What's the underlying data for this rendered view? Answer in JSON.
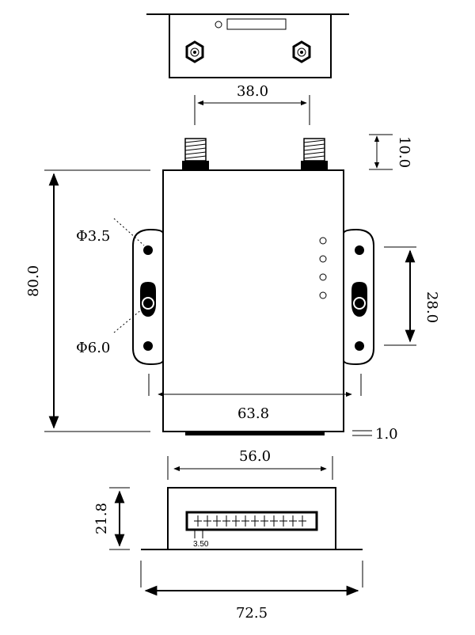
{
  "dimensions": {
    "antenna_spacing": "38.0",
    "antenna_height": "10.0",
    "height": "80.0",
    "mount_hole_small": "Φ3.5",
    "mount_hole_large": "Φ6.0",
    "mount_hole_spacing": "28.0",
    "ear_span": "63.8",
    "base_thickness": "1.0",
    "body_width": "56.0",
    "body_depth": "21.8",
    "terminal_pitch": "3.50",
    "overall_width": "72.5"
  },
  "colors": {
    "line": "#000000",
    "background": "#ffffff"
  }
}
